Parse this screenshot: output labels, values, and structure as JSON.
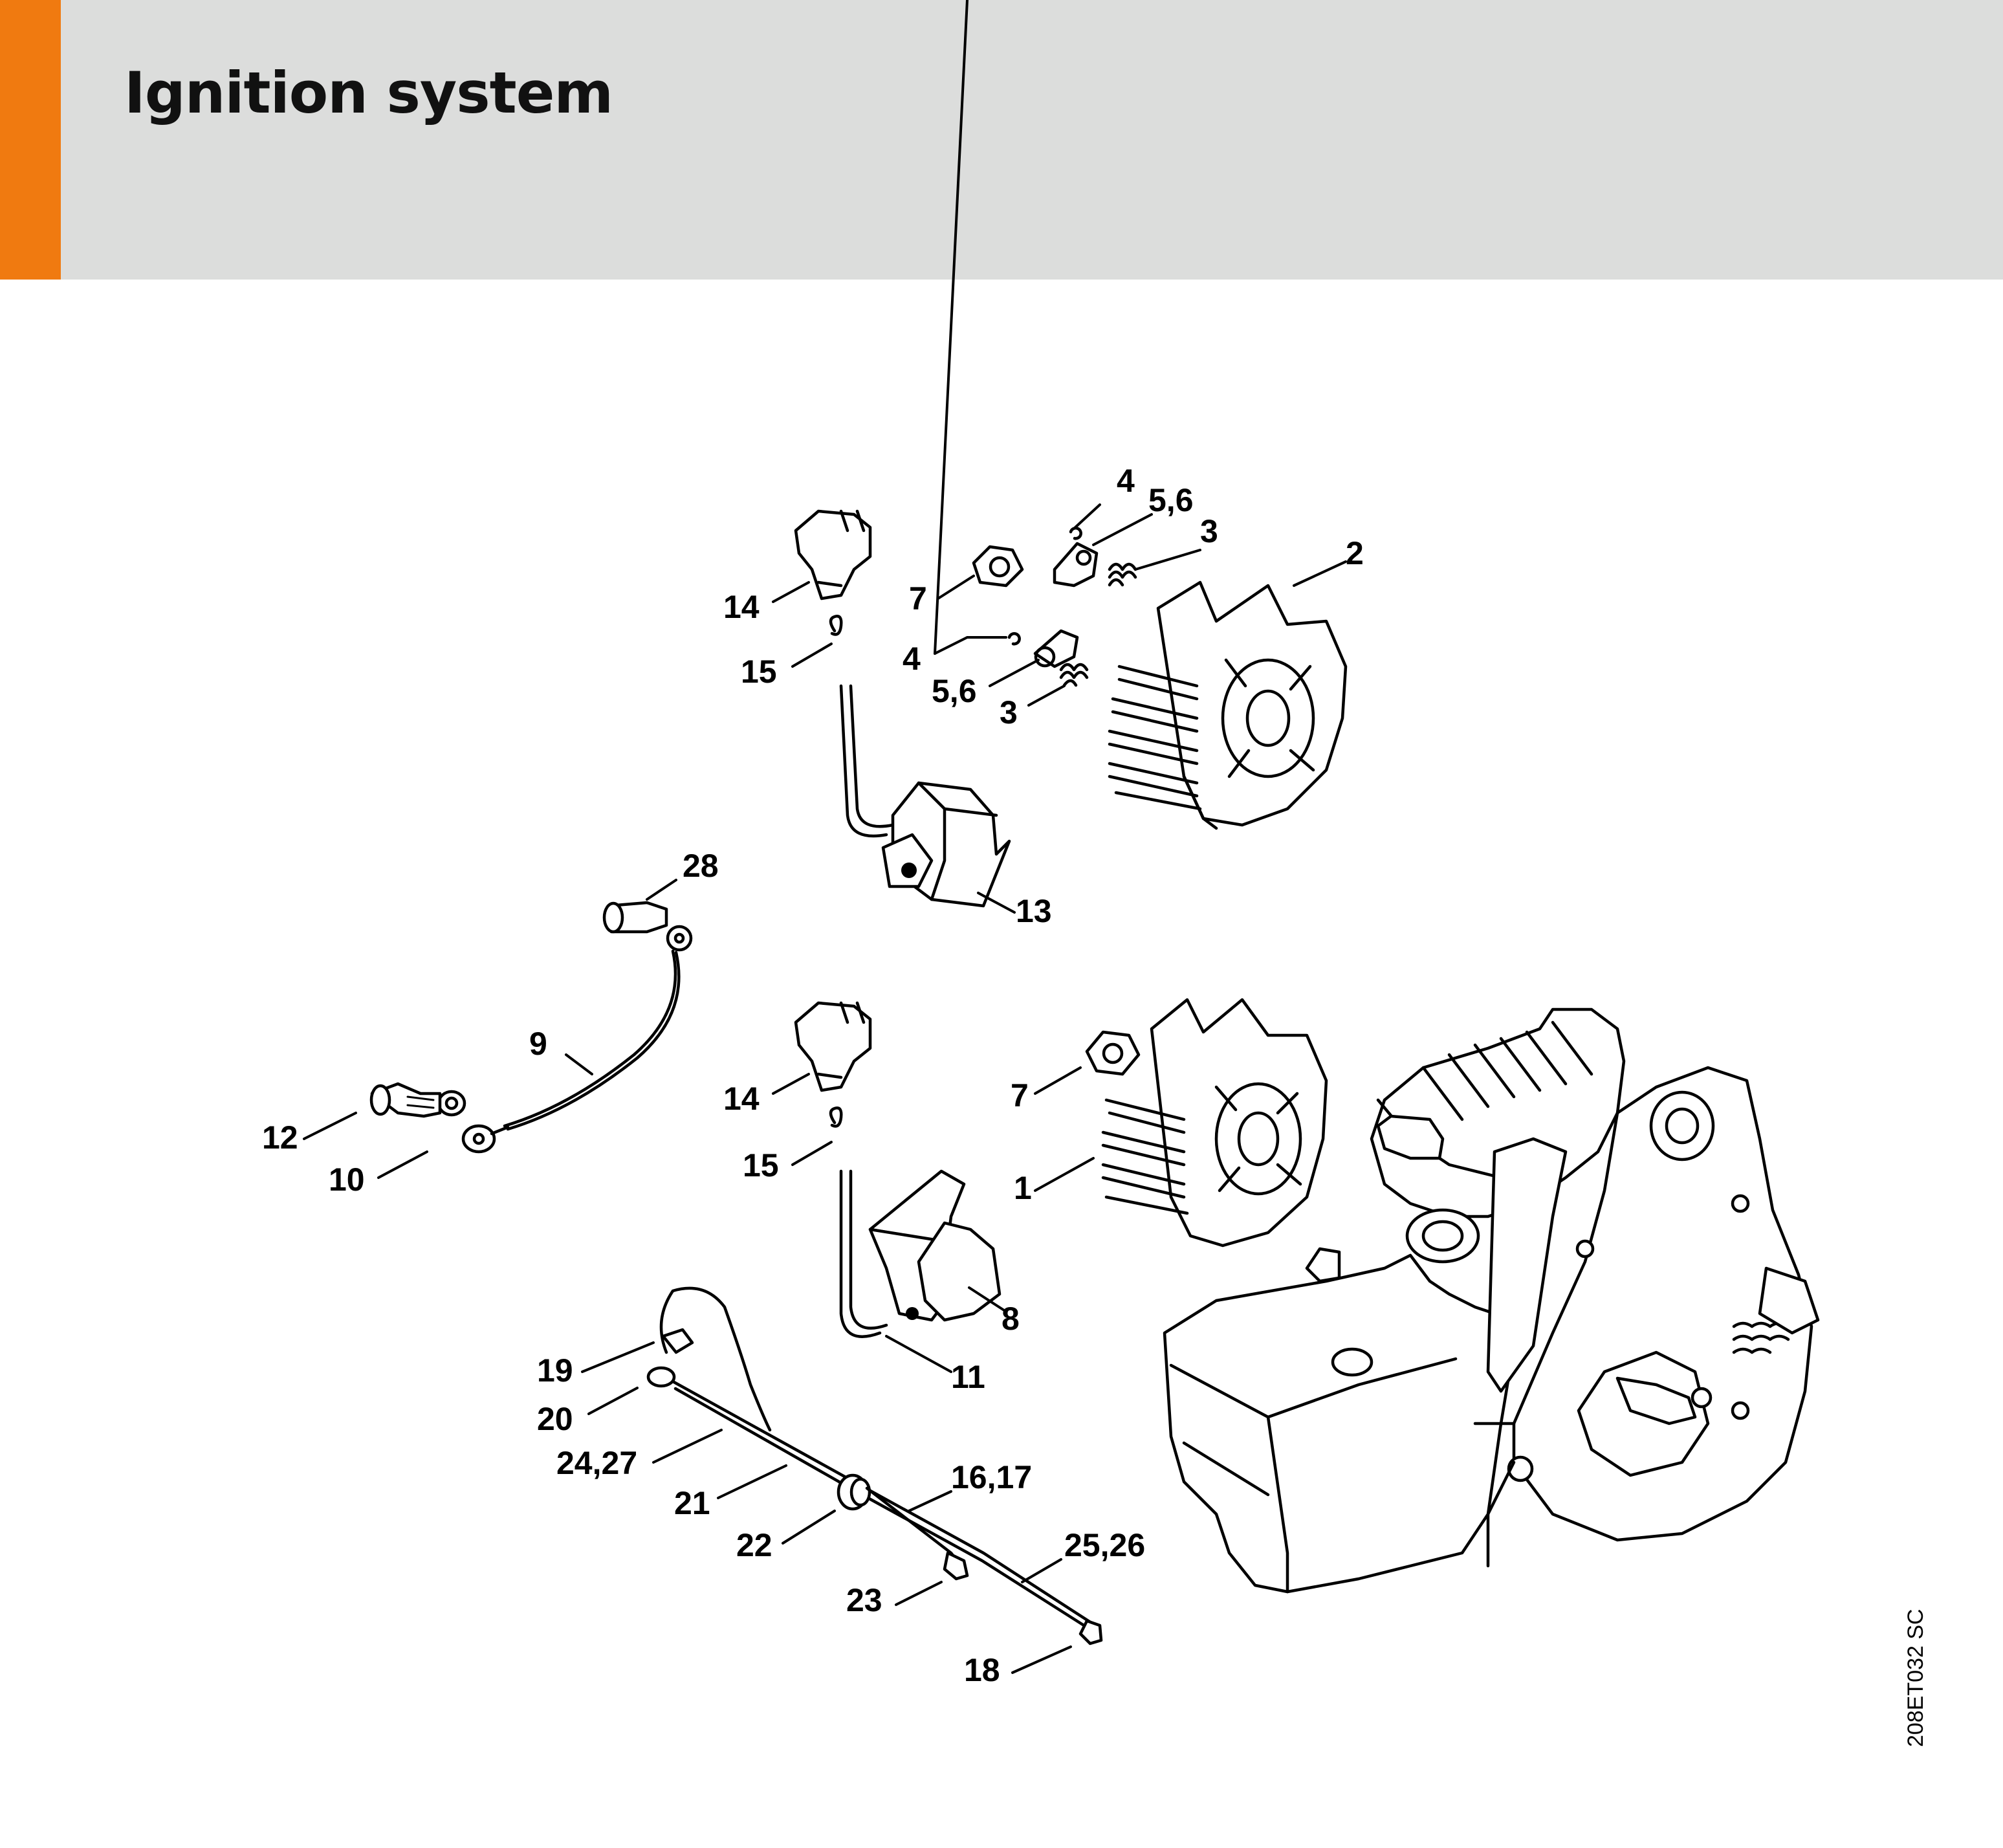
{
  "header": {
    "title": "Ignition system",
    "accent_color": "#f07a10",
    "band_color": "#dcdddc"
  },
  "diagram": {
    "reference_code": "208ET032 SC",
    "callouts": [
      {
        "id": "c-4-top",
        "label": "4"
      },
      {
        "id": "c-56-top",
        "label": "5,6"
      },
      {
        "id": "c-3-top",
        "label": "3"
      },
      {
        "id": "c-2",
        "label": "2"
      },
      {
        "id": "c-7-top",
        "label": "7"
      },
      {
        "id": "c-14-top",
        "label": "14"
      },
      {
        "id": "c-15-top",
        "label": "15"
      },
      {
        "id": "c-4-mid",
        "label": "4"
      },
      {
        "id": "c-56-mid",
        "label": "5,6"
      },
      {
        "id": "c-3-mid",
        "label": "3"
      },
      {
        "id": "c-13",
        "label": "13"
      },
      {
        "id": "c-28",
        "label": "28"
      },
      {
        "id": "c-9",
        "label": "9"
      },
      {
        "id": "c-12",
        "label": "12"
      },
      {
        "id": "c-10",
        "label": "10"
      },
      {
        "id": "c-14-low",
        "label": "14"
      },
      {
        "id": "c-15-low",
        "label": "15"
      },
      {
        "id": "c-7-low",
        "label": "7"
      },
      {
        "id": "c-1",
        "label": "1"
      },
      {
        "id": "c-8",
        "label": "8"
      },
      {
        "id": "c-11",
        "label": "11"
      },
      {
        "id": "c-19",
        "label": "19"
      },
      {
        "id": "c-20",
        "label": "20"
      },
      {
        "id": "c-2427",
        "label": "24,27"
      },
      {
        "id": "c-21",
        "label": "21"
      },
      {
        "id": "c-1617",
        "label": "16,17"
      },
      {
        "id": "c-22",
        "label": "22"
      },
      {
        "id": "c-2526",
        "label": "25,26"
      },
      {
        "id": "c-23",
        "label": "23"
      },
      {
        "id": "c-18",
        "label": "18"
      }
    ]
  }
}
